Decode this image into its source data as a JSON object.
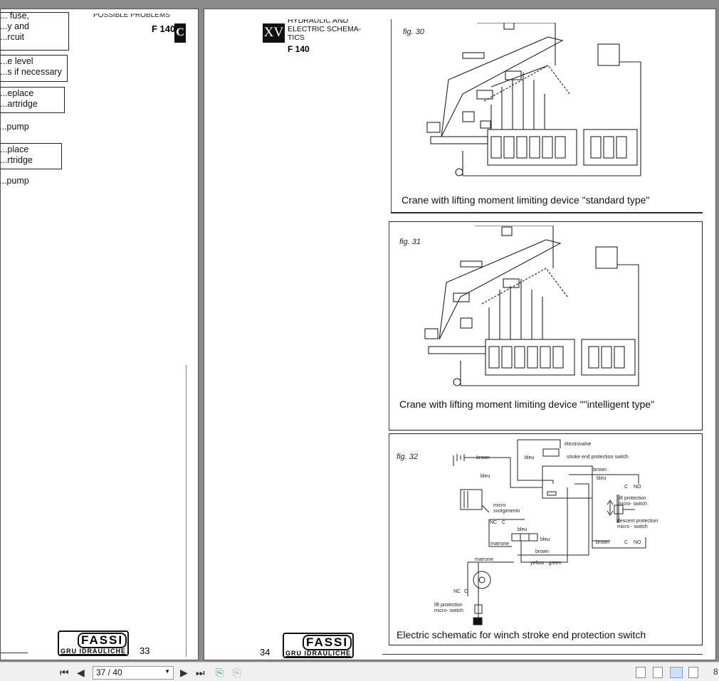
{
  "left_page": {
    "boxes": [
      [
        "... fuse,",
        "...y and",
        "...rcuit"
      ],
      [
        "...e level",
        "...s if necessary"
      ],
      [
        "...eplace",
        "...artridge"
      ],
      [
        "...place",
        "...rtridge"
      ]
    ],
    "loose_lines": [
      "...pump",
      "...pump"
    ],
    "header_title": "POSSIBLE PROBLEMS",
    "header_model": "F 140",
    "header_section": "C",
    "logo_name": "FASSI",
    "logo_sub": "GRU IDRAULICHE",
    "page_number": "33"
  },
  "right_page": {
    "section_number": "XV",
    "header_lines": [
      "HYDRAULIC AND",
      "ELECTRIC SCHEMA-",
      "TICS"
    ],
    "header_model": "F 140",
    "figures": [
      {
        "label": "fig. 30",
        "caption": "Crane with lifting moment limiting device \"standard type\""
      },
      {
        "label": "fig. 31",
        "caption": "Crane with lifting moment limiting device \"\"intelligent type\""
      },
      {
        "label": "fig. 32",
        "caption": "Electric schematic for winch stroke end protection switch",
        "labels": [
          "electrovalve",
          "stroke end protection switch",
          "brown",
          "bleu",
          "bleu",
          "brown",
          "bleu",
          "C",
          "NO",
          "lift protection",
          "micro- switch",
          "descent protection",
          "micro - switch",
          "brown",
          "C",
          "NO",
          "micro",
          "svolgimento",
          "NC",
          "C",
          "bleu",
          "bleu",
          "brown",
          "marrone",
          "marrone",
          "yellow - green",
          "NC",
          "C",
          "lift protection",
          "micro- switch"
        ]
      }
    ],
    "logo_name": "FASSI",
    "logo_sub": "GRU IDRAULICHE",
    "page_number": "34"
  },
  "toolbar": {
    "first_icon": "first-page-icon",
    "prev_icon": "previous-page-icon",
    "page_value": "37 / 40",
    "next_icon": "next-page-icon",
    "last_icon": "last-page-icon",
    "zoom_cut": "8"
  }
}
